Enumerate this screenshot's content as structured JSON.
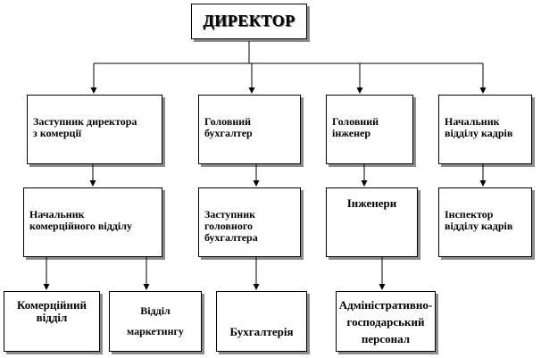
{
  "title": "ДИРЕКТОР",
  "nodes": {
    "deputy_commerce": "Заступник директора\nз комерції",
    "chief_accountant": "Головний\nбухгалтер",
    "chief_engineer": "Головний\nінженер",
    "hr_head": "Начальник\nвідділу кадрів",
    "commercial_dept_head": "Начальник\nкомерційного відділу",
    "deputy_chief_accountant": "Заступник\nголовного\nбухгалтера",
    "engineers": "Інженери",
    "hr_inspector": "Інспектор\nвідділу кадрів",
    "commercial_dept": "Комерційний\nвідділ",
    "marketing_dept": "Відділ\nмаркетингу",
    "accounting": "Бухгалтерія",
    "admin_staff": "Адміністративно-\nгосподарський\nперсонал"
  }
}
